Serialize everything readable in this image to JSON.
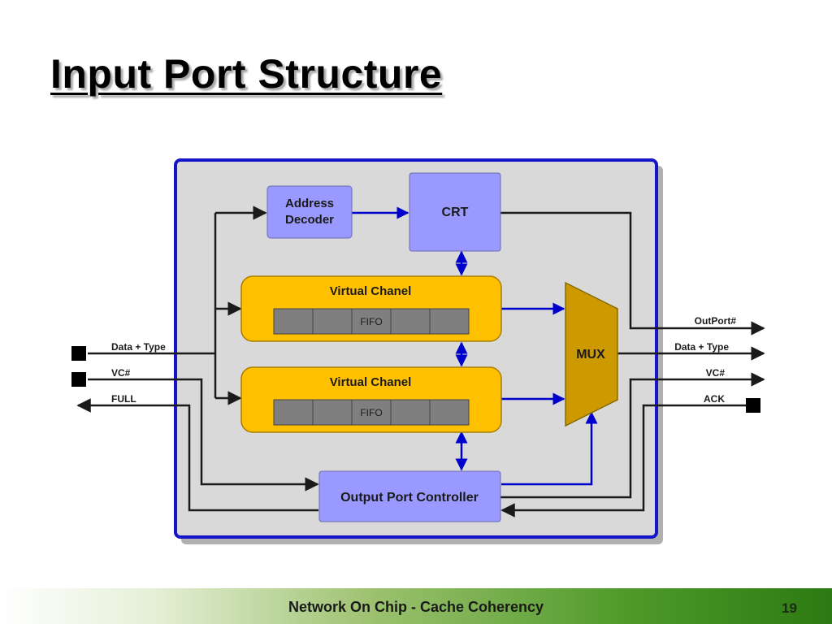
{
  "slide": {
    "title": "Input Port Structure",
    "footer": "Network On Chip - Cache Coherency",
    "page_number": "19"
  },
  "diagram": {
    "address_decoder": [
      "Address",
      "Decoder"
    ],
    "crt": "CRT",
    "vc_top": {
      "label": "Virtual Chanel",
      "fifo": "FIFO"
    },
    "vc_bottom": {
      "label": "Virtual Chanel",
      "fifo": "FIFO"
    },
    "mux": "MUX",
    "output_port_controller": "Output Port Controller",
    "inputs": {
      "data_type": "Data + Type",
      "vc": "VC#",
      "full": "FULL"
    },
    "outputs": {
      "outport": "OutPort#",
      "data_type": "Data + Type",
      "vc": "VC#",
      "ack": "ACK"
    }
  },
  "colors": {
    "frame_border": "#1414c8",
    "frame_fill": "#d9d9d9",
    "block_fill": "#9999ff",
    "vc_fill": "#ffc000",
    "mux_fill": "#cc9900",
    "fifo_cell": "#7f7f7f",
    "blue_link": "#0000cc"
  }
}
